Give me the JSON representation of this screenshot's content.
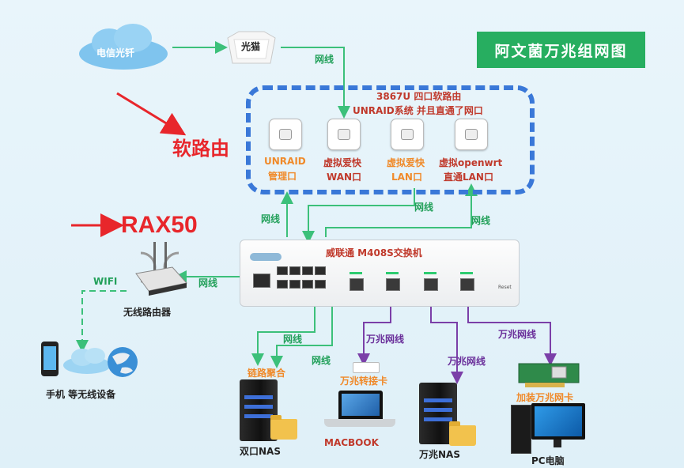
{
  "title": "阿文菌万兆组网图",
  "labels": {
    "telecom_fiber": "电信光钎",
    "optical_modem": "光猫",
    "soft_router": "软路由",
    "rax50": "RAX50",
    "router_desc_1": "3867U 四口软路由",
    "router_desc_2": "UNRAID系统 并且直通了网口",
    "port1_a": "UNRAID",
    "port1_b": "管理口",
    "port2_a": "虚拟爱快",
    "port2_b": "WAN口",
    "port3_a": "虚拟爱快",
    "port3_b": "LAN口",
    "port4_a": "虚拟openwrt",
    "port4_b": "直通LAN口",
    "switch": "威联通 M408S交换机",
    "wifi": "WIFI",
    "wireless_router": "无线路由器",
    "wireless_devices": "手机 等无线设备",
    "link_agg": "链路聚合",
    "dual_nas": "双口NAS",
    "adapter": "万兆转接卡",
    "macbook": "MACBOOK",
    "tengig_nas": "万兆NAS",
    "nic": "加装万兆网卡",
    "pc": "PC电脑",
    "cable": "网线",
    "tengig_cable": "万兆网线",
    "switch_reset": "Reset"
  },
  "colors": {
    "gigabit_line": "#3cc07a",
    "tengig_line": "#7b3fa8",
    "accent_red": "#e8262b",
    "title_bg": "#27ae60",
    "dashed_border": "#3a78d8"
  },
  "icons": [
    "cloud-icon",
    "optical-modem-icon",
    "router-port-icon",
    "switch-icon",
    "wireless-router-icon",
    "phone-icon",
    "globe-icon",
    "server-icon",
    "folder-icon",
    "laptop-icon",
    "nic-card-icon",
    "pc-icon"
  ]
}
